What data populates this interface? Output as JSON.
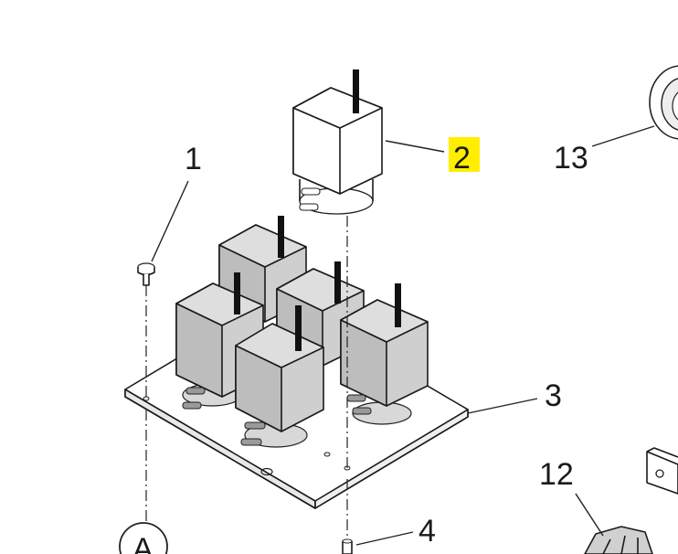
{
  "callouts": {
    "c1": "1",
    "c2": "2",
    "c3": "3",
    "c4": "4",
    "c12": "12",
    "c13": "13",
    "cA": "A"
  },
  "colors": {
    "highlight": "#ffee00",
    "valve_body": "#cfcfcf",
    "valve_body_side": "#b9b9b9",
    "new_valve_body": "#ffffff",
    "line": "#1a1a1a"
  }
}
